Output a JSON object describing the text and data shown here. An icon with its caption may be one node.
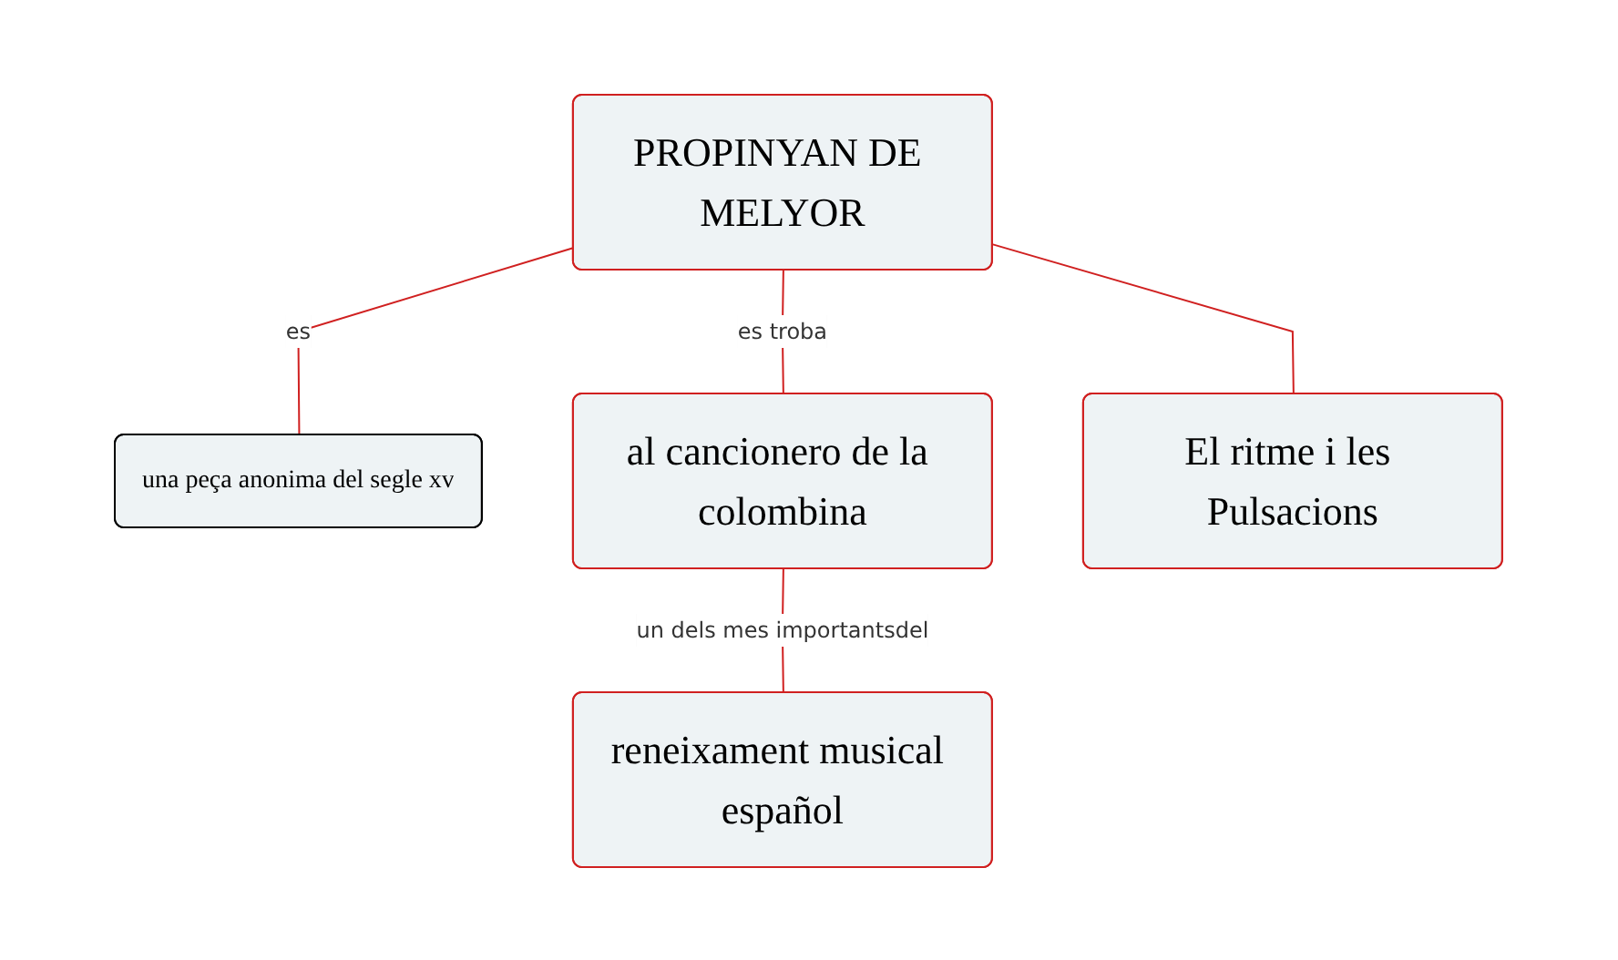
{
  "diagram": {
    "nodes": [
      {
        "text": [
          "PROPINYAN DE MELYOR"
        ]
      },
      {
        "text": [
          "una peça anonima del segle xv"
        ]
      },
      {
        "text": [
          "al cancionero de la colombina"
        ]
      },
      {
        "text": [
          "El ritme i les Pulsacions"
        ]
      },
      {
        "text": [
          "reneixament musical español"
        ]
      }
    ],
    "edges": [
      {
        "from": 0,
        "to": 1,
        "label": "es",
        "arrow": "none"
      },
      {
        "from": 0,
        "to": 2,
        "label": "es troba",
        "arrow": "none"
      },
      {
        "from": 0,
        "to": 3,
        "arrow": "none"
      },
      {
        "from": 2,
        "to": 4,
        "label": "un dels mes importantsdel",
        "arrow": "none"
      }
    ]
  }
}
